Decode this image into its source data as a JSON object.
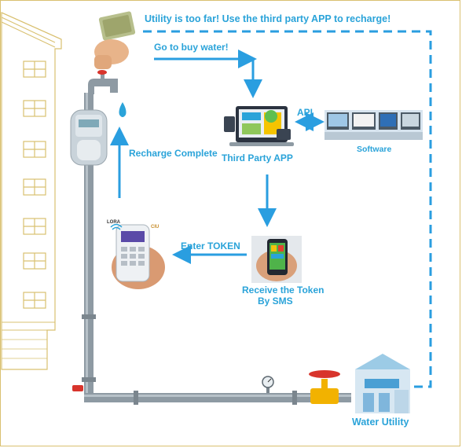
{
  "headline": "Utility is too far!  Use the third party APP to recharge!",
  "steps": {
    "buy_water": "Go to buy water!",
    "third_party_app": "Third Party APP",
    "api": "API",
    "software": "Software",
    "receive_token_line1": "Receive the Token",
    "receive_token_line2": "By SMS",
    "enter_token": "Enter TOKEN",
    "recharge_complete": "Recharge Complete",
    "water_utility": "Water Utility"
  },
  "device": {
    "lora": "LORA",
    "cuu": "CIU"
  },
  "colors": {
    "accent": "#2aa3d9",
    "arrow": "#2a9ee0",
    "pipe": "#8e9aa3",
    "building_outline": "#d9c070",
    "valve": "#d8342c"
  }
}
